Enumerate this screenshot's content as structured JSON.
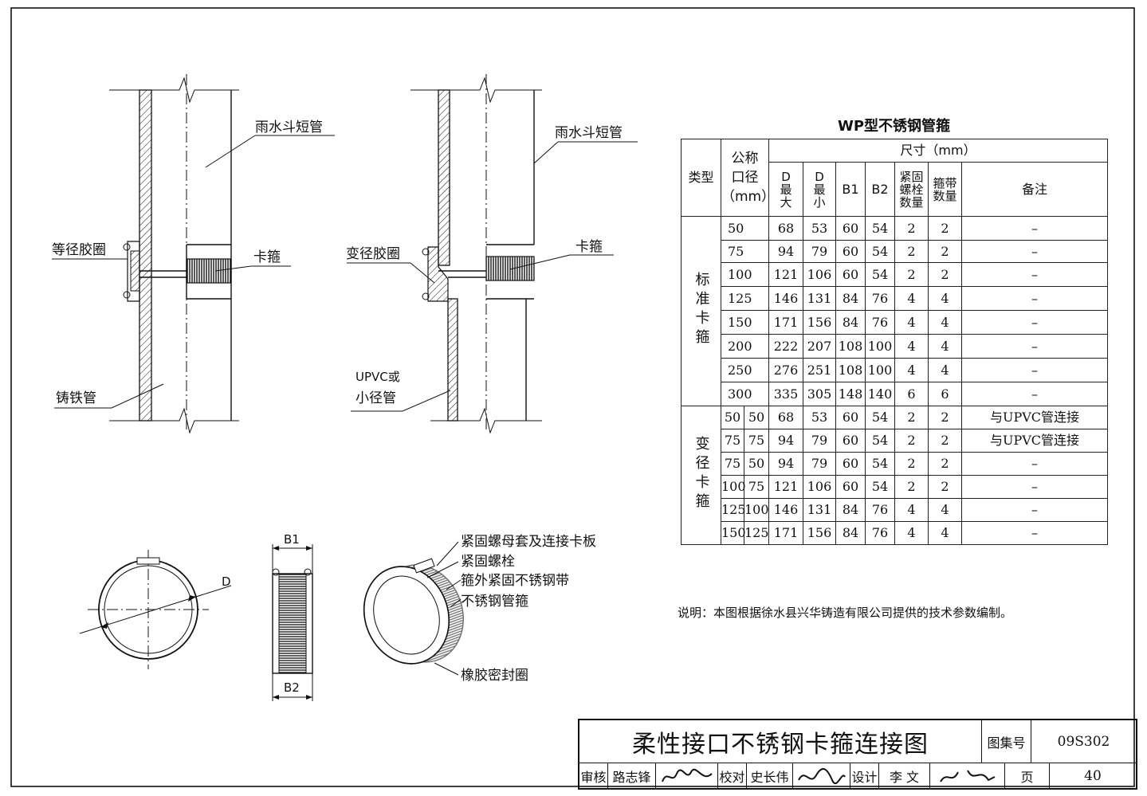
{
  "drawing": {
    "left_detail": {
      "label_top_pipe": "雨水斗短管",
      "label_gasket": "等径胶圈",
      "label_clamp": "卡箍",
      "label_bottom_pipe": "铸铁管"
    },
    "right_detail": {
      "label_top_pipe": "雨水斗短管",
      "label_gasket": "变径胶圈",
      "label_clamp": "卡箍",
      "label_bottom_pipe_1": "UPVC或",
      "label_bottom_pipe_2": "小径管"
    },
    "clamp_views": {
      "label_d": "D",
      "label_b1": "B1",
      "label_b2": "B2",
      "label_nut": "紧固螺母套及连接卡板",
      "label_bolt": "紧固螺栓",
      "label_band": "箍外紧固不锈钢带",
      "label_hoop": "不锈钢管箍",
      "label_seal": "橡胶密封圈"
    }
  },
  "table": {
    "title": "WP型不锈钢管箍",
    "headers": {
      "type": "类型",
      "nominal": "公称口径（mm）",
      "nominal_1": "公称",
      "nominal_2": "口径",
      "nominal_3": "（mm）",
      "size": "尺寸（mm）",
      "d_max": "D最大",
      "d_min": "D最小",
      "b1": "B1",
      "b2": "B2",
      "bolt_qty": "紧固螺栓数量",
      "band_qty": "箍带数量",
      "remark": "备注"
    },
    "group_standard": "标准卡箍",
    "group_reducing": "变径卡箍",
    "standard_rows": [
      {
        "dn": "50",
        "dmax": "68",
        "dmin": "53",
        "b1": "60",
        "b2": "54",
        "bolts": "2",
        "bands": "2",
        "remark": "–"
      },
      {
        "dn": "75",
        "dmax": "94",
        "dmin": "79",
        "b1": "60",
        "b2": "54",
        "bolts": "2",
        "bands": "2",
        "remark": "–"
      },
      {
        "dn": "100",
        "dmax": "121",
        "dmin": "106",
        "b1": "60",
        "b2": "54",
        "bolts": "2",
        "bands": "2",
        "remark": "–"
      },
      {
        "dn": "125",
        "dmax": "146",
        "dmin": "131",
        "b1": "84",
        "b2": "76",
        "bolts": "4",
        "bands": "4",
        "remark": "–"
      },
      {
        "dn": "150",
        "dmax": "171",
        "dmin": "156",
        "b1": "84",
        "b2": "76",
        "bolts": "4",
        "bands": "4",
        "remark": "–"
      },
      {
        "dn": "200",
        "dmax": "222",
        "dmin": "207",
        "b1": "108",
        "b2": "100",
        "bolts": "4",
        "bands": "4",
        "remark": "–"
      },
      {
        "dn": "250",
        "dmax": "276",
        "dmin": "251",
        "b1": "108",
        "b2": "100",
        "bolts": "4",
        "bands": "4",
        "remark": "–"
      },
      {
        "dn": "300",
        "dmax": "335",
        "dmin": "305",
        "b1": "148",
        "b2": "140",
        "bolts": "6",
        "bands": "6",
        "remark": "–"
      }
    ],
    "reducing_rows": [
      {
        "dn1": "50",
        "dn2": "50",
        "dmax": "68",
        "dmin": "53",
        "b1": "60",
        "b2": "54",
        "bolts": "2",
        "bands": "2",
        "remark": "与UPVC管连接"
      },
      {
        "dn1": "75",
        "dn2": "75",
        "dmax": "94",
        "dmin": "79",
        "b1": "60",
        "b2": "54",
        "bolts": "2",
        "bands": "2",
        "remark": "与UPVC管连接"
      },
      {
        "dn1": "75",
        "dn2": "50",
        "dmax": "94",
        "dmin": "79",
        "b1": "60",
        "b2": "54",
        "bolts": "2",
        "bands": "2",
        "remark": "–"
      },
      {
        "dn1": "100",
        "dn2": "75",
        "dmax": "121",
        "dmin": "106",
        "b1": "60",
        "b2": "54",
        "bolts": "2",
        "bands": "2",
        "remark": "–"
      },
      {
        "dn1": "125",
        "dn2": "100",
        "dmax": "146",
        "dmin": "131",
        "b1": "84",
        "b2": "76",
        "bolts": "4",
        "bands": "4",
        "remark": "–"
      },
      {
        "dn1": "150",
        "dn2": "125",
        "dmax": "171",
        "dmin": "156",
        "b1": "84",
        "b2": "76",
        "bolts": "4",
        "bands": "4",
        "remark": "–"
      }
    ]
  },
  "note": "说明：本图根据徐水县兴华铸造有限公司提供的技术参数编制。",
  "title_block": {
    "title": "柔性接口不锈钢卡箍连接图",
    "atlas_label": "图集号",
    "atlas_no": "09S302",
    "review_label": "审核",
    "reviewer": "路志锋",
    "check_label": "校对",
    "checker": "史长伟",
    "design_label": "设计",
    "designer": "李 文",
    "page_label": "页",
    "page_no": "40"
  }
}
